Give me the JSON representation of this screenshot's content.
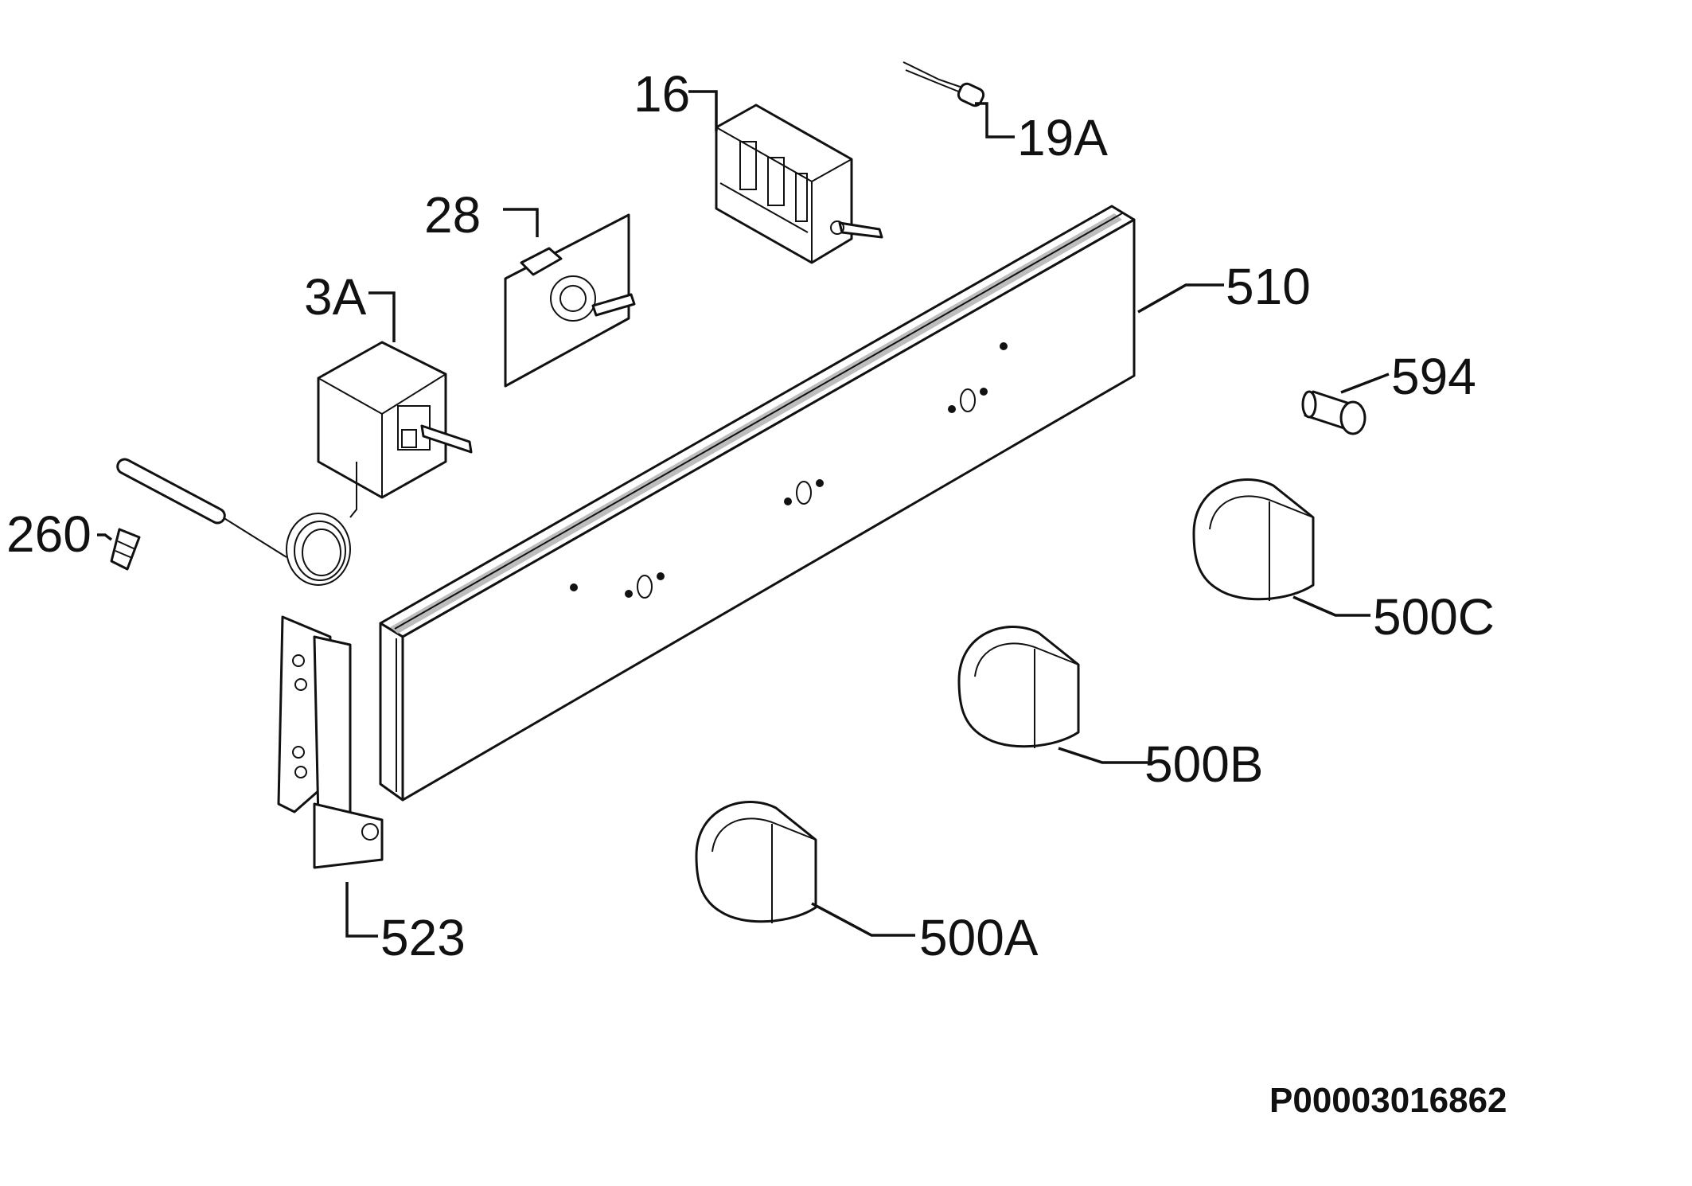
{
  "diagram": {
    "labels": {
      "p16": "16",
      "p19a": "19A",
      "p28": "28",
      "p3a": "3A",
      "p510": "510",
      "p594": "594",
      "p260": "260",
      "p500c": "500C",
      "p500b": "500B",
      "p500a": "500A",
      "p523": "523"
    },
    "reference_code": "P00003016862"
  }
}
